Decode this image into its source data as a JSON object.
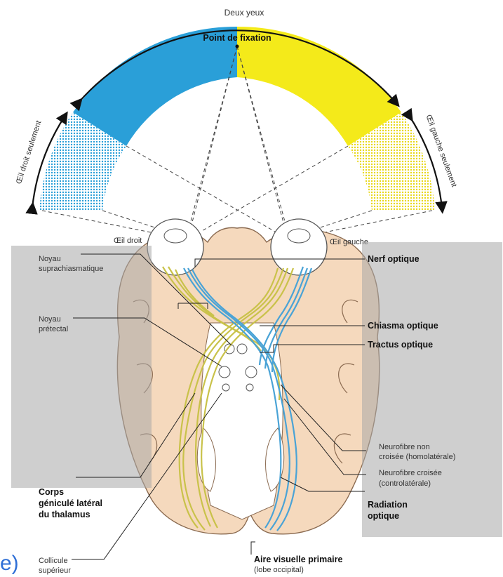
{
  "colors": {
    "right_field": "#2a9fd8",
    "left_field": "#f4ea1a",
    "brain": "#f5d9bd",
    "brain_outline": "#8a6a50",
    "overlay": "#a8a8a8",
    "yellow_path": "#c9c24a",
    "blue_path": "#4aa3d6",
    "partial_text": "#2f6fd6"
  },
  "field": {
    "both_eyes": "Deux yeux",
    "fixation_point": "Point de fixation",
    "right_eye_only": "Œil droit seulement",
    "left_eye_only": "Œil gauche seulement"
  },
  "eyes": {
    "right": "Œil droit",
    "left": "Œil gauche"
  },
  "labels": {
    "nucleus_supra_line1": "Noyau",
    "nucleus_supra_line2": "suprachiasmatique",
    "nucleus_pre_line1": "Noyau",
    "nucleus_pre_line2": "prétectal",
    "optic_nerve": "Nerf optique",
    "optic_chiasm": "Chiasma optique",
    "optic_tract": "Tractus optique",
    "uncrossed_line1": "Neurofibre non",
    "uncrossed_line2": "croisée (homolatérale)",
    "crossed_line1": "Neurofibre croisée",
    "crossed_line2": "(controlatérale)",
    "radiation_line1": "Radiation",
    "radiation_line2": "optique",
    "lgn_line1": "Corps",
    "lgn_line2": "géniculé latéral",
    "lgn_line3": "du thalamus",
    "colliculus_line1": "Collicule",
    "colliculus_line2": "supérieur",
    "visual_cortex_line1": "Aire visuelle primaire",
    "visual_cortex_line2": "(lobe occipital)",
    "partial_glyph": "e)"
  }
}
